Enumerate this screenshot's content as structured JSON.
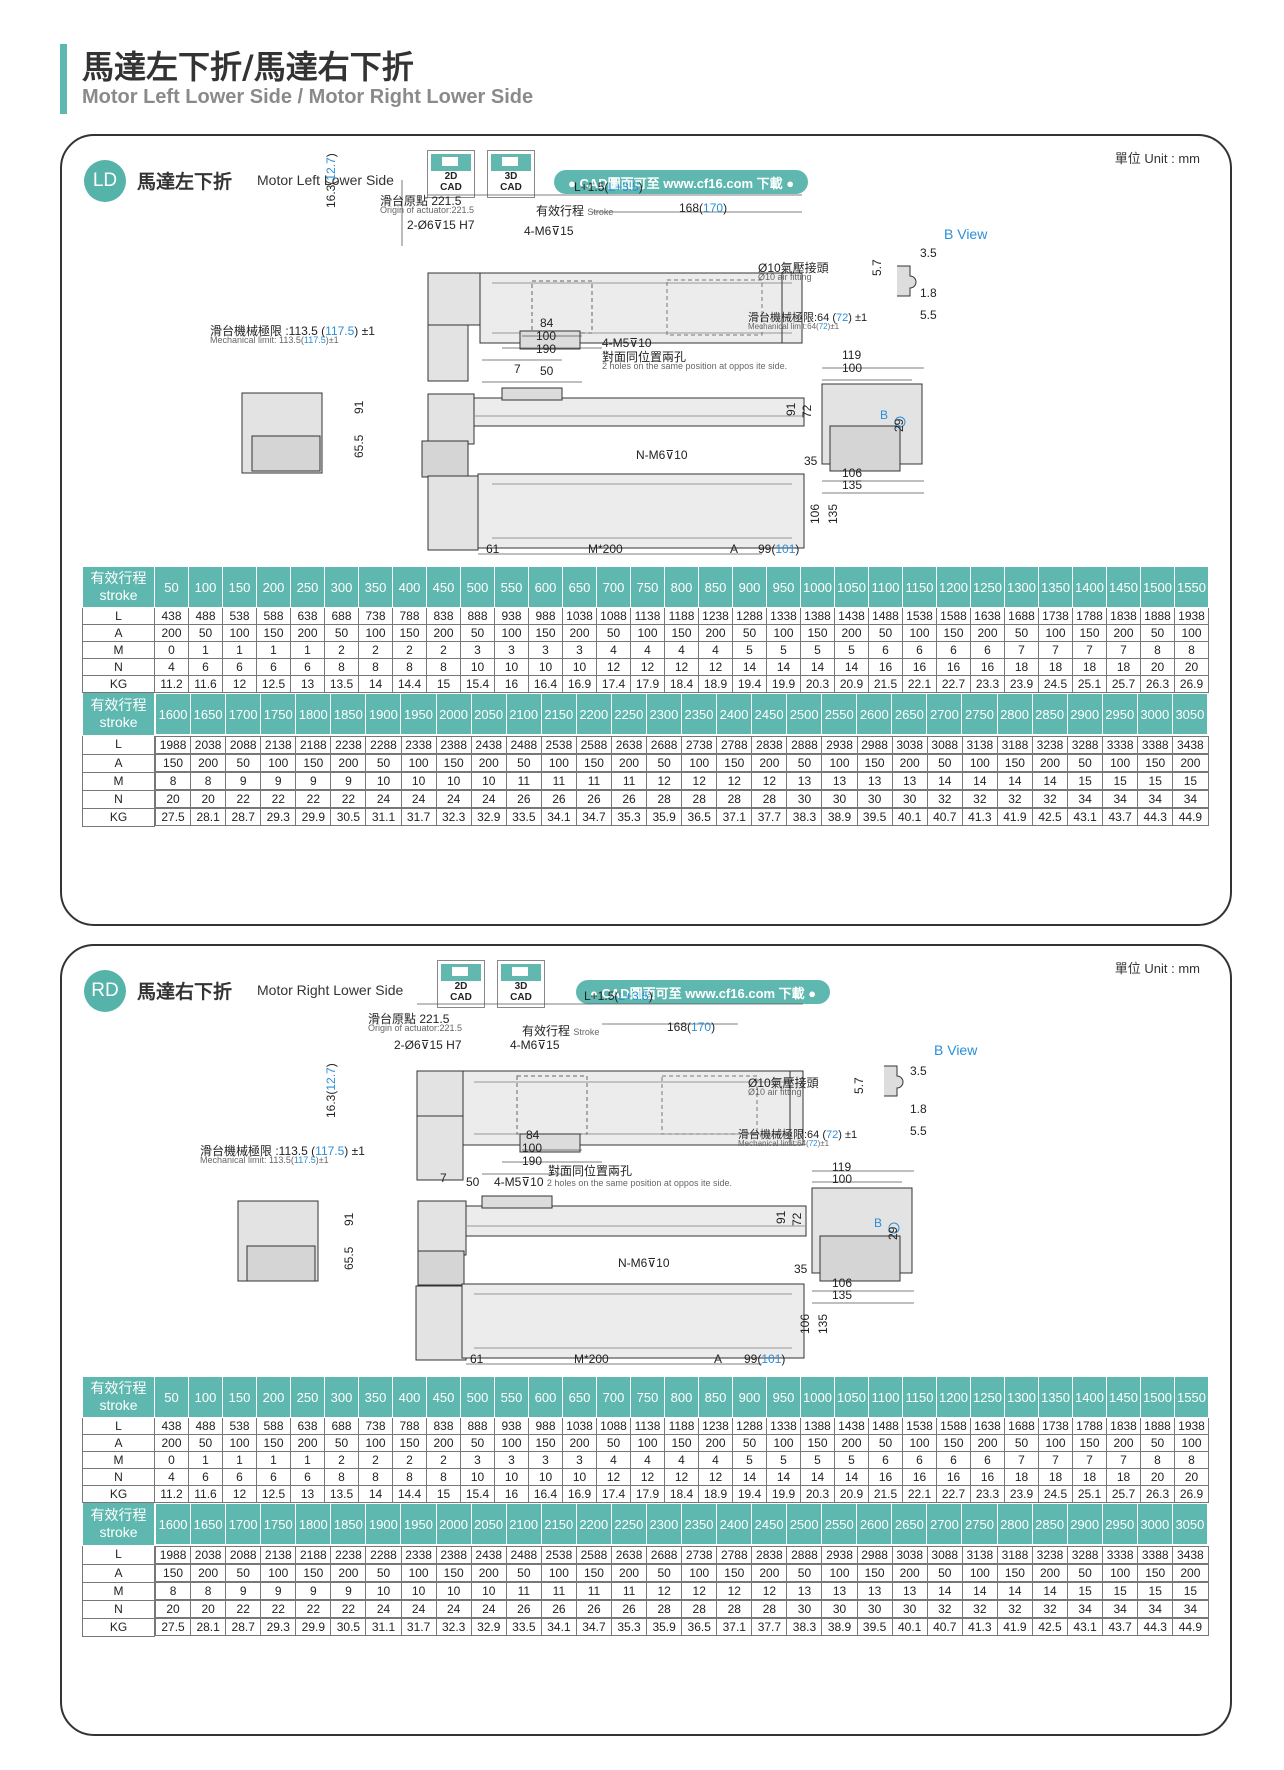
{
  "header": {
    "title_zh": "馬達左下折/馬達右下折",
    "title_en": "Motor Left Lower Side / Motor Right Lower Side"
  },
  "colors": {
    "accent": "#5fb8b0",
    "link": "#2a8fd8"
  },
  "common": {
    "unit": "單位 Unit : mm",
    "cad2d": [
      "2D",
      "CAD"
    ],
    "cad3d": [
      "3D",
      "CAD"
    ],
    "download": "● CAD圖面可至 www.cf16.com 下載 ●",
    "dims": {
      "length": "L+1.5(",
      "length_alt": "L+3.5",
      "close": ")",
      "origin": "滑台原點 221.5",
      "origin_en": "Origin of actuator:221.5",
      "stroke": "有效行程",
      "stroke_en": "Stroke",
      "d168": "168",
      "d170": "170",
      "hole2": "2-Ø6",
      "hole2b": "15 H7",
      "m6": "4-M6",
      "m6b": "15",
      "air": "Ø10氣壓接頭",
      "air_en": "Ø10 air fitting",
      "mech_r": "滑台機械極限:64",
      "mech_r_alt": "72",
      "mech_r_pm": "±1",
      "mech_r_en": "Mechanical limit:64",
      "mech_r_en_alt": "72",
      "mech_l": "滑台機械極限 :113.5",
      "mech_l_alt": "117.5",
      "mech_l_pm": "±1",
      "mech_l_en": "Mechanical limit: 113.5",
      "mech_l_en_alt": "117.5",
      "d16": "16.3",
      "d16_alt": "12.7",
      "d84": "84",
      "d100": "100",
      "d190": "190",
      "m5": "4-M5",
      "m5b": "10",
      "opp": "對面同位置兩孔",
      "opp_en": "2 holes on the same position at oppos ite side.",
      "d7": "7",
      "d50": "50",
      "d91": "91",
      "d655": "65.5",
      "nm6": "N-M6",
      "nm6b": "10",
      "d35": "35",
      "d106": "106",
      "d135": "135",
      "d61": "61",
      "m200": "M*200",
      "a": "A",
      "d99": "99",
      "d101": "101",
      "bview": "B View",
      "b35": "3.5",
      "b57": "5.7",
      "b18": "1.8",
      "b55": "5.5",
      "e119": "119",
      "e100": "100",
      "e91": "91",
      "e72": "72",
      "eB": "B",
      "e29": "29",
      "e106": "106",
      "e135": "135"
    }
  },
  "panels": [
    {
      "badge": "LD",
      "title_zh": "馬達左下折",
      "title_en": "Motor Left Lower Side"
    },
    {
      "badge": "RD",
      "title_zh": "馬達右下折",
      "title_en": "Motor Right Lower Side"
    }
  ],
  "spec_table": {
    "row_label_zh": "有效行程",
    "row_label_en": "stroke",
    "labels": [
      "L",
      "A",
      "M",
      "N",
      "KG"
    ],
    "part1": {
      "stroke": [
        "50",
        "100",
        "150",
        "200",
        "250",
        "300",
        "350",
        "400",
        "450",
        "500",
        "550",
        "600",
        "650",
        "700",
        "750",
        "800",
        "850",
        "900",
        "950",
        "1000",
        "1050",
        "1100",
        "1150",
        "1200",
        "1250",
        "1300",
        "1350",
        "1400",
        "1450",
        "1500",
        "1550"
      ],
      "rows": [
        [
          "438",
          "488",
          "538",
          "588",
          "638",
          "688",
          "738",
          "788",
          "838",
          "888",
          "938",
          "988",
          "1038",
          "1088",
          "1138",
          "1188",
          "1238",
          "1288",
          "1338",
          "1388",
          "1438",
          "1488",
          "1538",
          "1588",
          "1638",
          "1688",
          "1738",
          "1788",
          "1838",
          "1888",
          "1938"
        ],
        [
          "200",
          "50",
          "100",
          "150",
          "200",
          "50",
          "100",
          "150",
          "200",
          "50",
          "100",
          "150",
          "200",
          "50",
          "100",
          "150",
          "200",
          "50",
          "100",
          "150",
          "200",
          "50",
          "100",
          "150",
          "200",
          "50",
          "100",
          "150",
          "200",
          "50",
          "100"
        ],
        [
          "0",
          "1",
          "1",
          "1",
          "1",
          "2",
          "2",
          "2",
          "2",
          "3",
          "3",
          "3",
          "3",
          "4",
          "4",
          "4",
          "4",
          "5",
          "5",
          "5",
          "5",
          "6",
          "6",
          "6",
          "6",
          "7",
          "7",
          "7",
          "7",
          "8",
          "8"
        ],
        [
          "4",
          "6",
          "6",
          "6",
          "6",
          "8",
          "8",
          "8",
          "8",
          "10",
          "10",
          "10",
          "10",
          "12",
          "12",
          "12",
          "12",
          "14",
          "14",
          "14",
          "14",
          "16",
          "16",
          "16",
          "16",
          "18",
          "18",
          "18",
          "18",
          "20",
          "20"
        ],
        [
          "11.2",
          "11.6",
          "12",
          "12.5",
          "13",
          "13.5",
          "14",
          "14.4",
          "15",
          "15.4",
          "16",
          "16.4",
          "16.9",
          "17.4",
          "17.9",
          "18.4",
          "18.9",
          "19.4",
          "19.9",
          "20.3",
          "20.9",
          "21.5",
          "22.1",
          "22.7",
          "23.3",
          "23.9",
          "24.5",
          "25.1",
          "25.7",
          "26.3",
          "26.9"
        ]
      ]
    },
    "part2": {
      "stroke": [
        "1600",
        "1650",
        "1700",
        "1750",
        "1800",
        "1850",
        "1900",
        "1950",
        "2000",
        "2050",
        "2100",
        "2150",
        "2200",
        "2250",
        "2300",
        "2350",
        "2400",
        "2450",
        "2500",
        "2550",
        "2600",
        "2650",
        "2700",
        "2750",
        "2800",
        "2850",
        "2900",
        "2950",
        "3000",
        "3050"
      ],
      "rows": [
        [
          "1988",
          "2038",
          "2088",
          "2138",
          "2188",
          "2238",
          "2288",
          "2338",
          "2388",
          "2438",
          "2488",
          "2538",
          "2588",
          "2638",
          "2688",
          "2738",
          "2788",
          "2838",
          "2888",
          "2938",
          "2988",
          "3038",
          "3088",
          "3138",
          "3188",
          "3238",
          "3288",
          "3338",
          "3388",
          "3438"
        ],
        [
          "150",
          "200",
          "50",
          "100",
          "150",
          "200",
          "50",
          "100",
          "150",
          "200",
          "50",
          "100",
          "150",
          "200",
          "50",
          "100",
          "150",
          "200",
          "50",
          "100",
          "150",
          "200",
          "50",
          "100",
          "150",
          "200",
          "50",
          "100",
          "150",
          "200"
        ],
        [
          "8",
          "8",
          "9",
          "9",
          "9",
          "9",
          "10",
          "10",
          "10",
          "10",
          "11",
          "11",
          "11",
          "11",
          "12",
          "12",
          "12",
          "12",
          "13",
          "13",
          "13",
          "13",
          "14",
          "14",
          "14",
          "14",
          "15",
          "15",
          "15",
          "15"
        ],
        [
          "20",
          "20",
          "22",
          "22",
          "22",
          "22",
          "24",
          "24",
          "24",
          "24",
          "26",
          "26",
          "26",
          "26",
          "28",
          "28",
          "28",
          "28",
          "30",
          "30",
          "30",
          "30",
          "32",
          "32",
          "32",
          "32",
          "34",
          "34",
          "34",
          "34"
        ],
        [
          "27.5",
          "28.1",
          "28.7",
          "29.3",
          "29.9",
          "30.5",
          "31.1",
          "31.7",
          "32.3",
          "32.9",
          "33.5",
          "34.1",
          "34.7",
          "35.3",
          "35.9",
          "36.5",
          "37.1",
          "37.7",
          "38.3",
          "38.9",
          "39.5",
          "40.1",
          "40.7",
          "41.3",
          "41.9",
          "42.5",
          "43.1",
          "43.7",
          "44.3",
          "44.9"
        ]
      ]
    }
  }
}
